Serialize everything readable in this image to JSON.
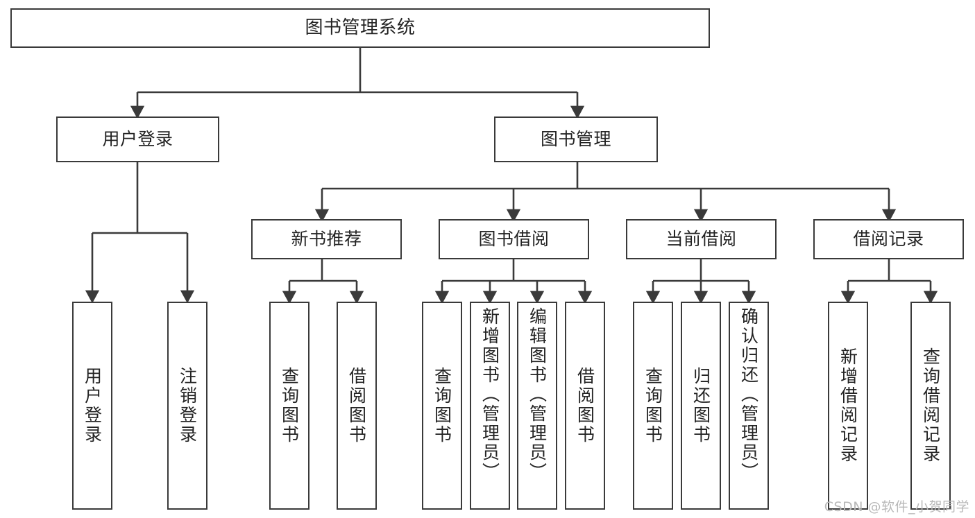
{
  "diagram": {
    "title": "图书管理系统",
    "type": "tree-hierarchy",
    "orientation": "top-down",
    "stroke_color": "#3a3a3a",
    "fill_color": "#ffffff",
    "text_color": "#232323",
    "root": {
      "label": "图书管理系统"
    },
    "level2": [
      {
        "label": "用户登录"
      },
      {
        "label": "图书管理"
      }
    ],
    "level3": [
      {
        "label": "新书推荐"
      },
      {
        "label": "图书借阅"
      },
      {
        "label": "当前借阅"
      },
      {
        "label": "借阅记录"
      }
    ],
    "leaves": {
      "user_login": [
        {
          "label": "用户登录"
        },
        {
          "label": "注销登录"
        }
      ],
      "new_book_recommend": [
        {
          "label": "查询图书"
        },
        {
          "label": "借阅图书"
        }
      ],
      "book_borrow": [
        {
          "label": "查询图书"
        },
        {
          "label": "新增图书（管理员）"
        },
        {
          "label": "编辑图书（管理员）"
        },
        {
          "label": "借阅图书"
        }
      ],
      "current_borrow": [
        {
          "label": "查询图书"
        },
        {
          "label": "归还图书"
        },
        {
          "label": "确认归还（管理员）"
        }
      ],
      "borrow_record": [
        {
          "label": "新增借阅记录"
        },
        {
          "label": "查询借阅记录"
        }
      ]
    }
  },
  "watermark": {
    "text": "CSDN @软件_小贺同学"
  }
}
